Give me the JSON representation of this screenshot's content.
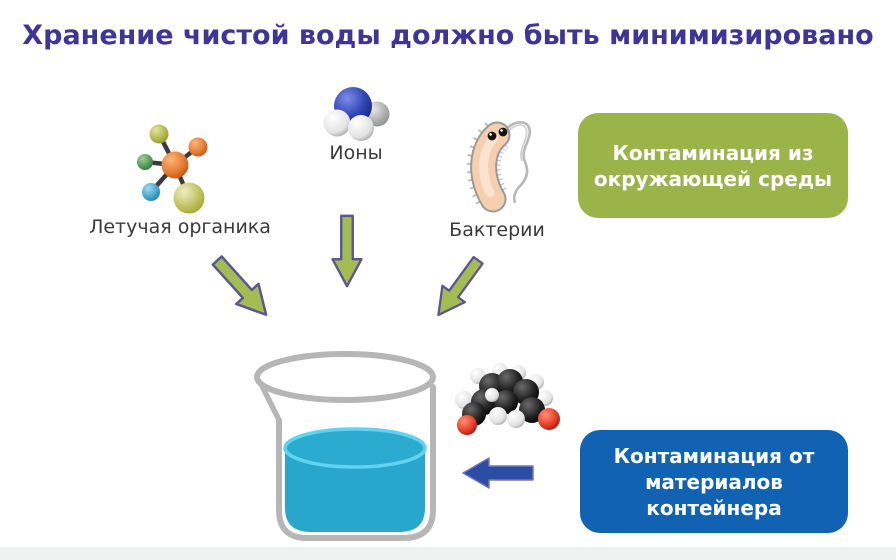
{
  "slide": {
    "title": "Хранение чистой воды должно быть минимизировано",
    "contaminant_sources": [
      {
        "label": "Летучая органика",
        "icon": "voc-molecule"
      },
      {
        "label": "Ионы",
        "icon": "ion-molecule"
      },
      {
        "label": "Бактерии",
        "icon": "bacteria"
      }
    ],
    "callout_environment": {
      "text": "Контаминация из окружающей среды"
    },
    "callout_container": {
      "text": "Контаминация от материалов контейнера"
    },
    "beaker": {
      "content": "чистая вода"
    },
    "colors": {
      "title_text": "#3e3596",
      "green_box": "#9bb44a",
      "blue_box": "#1162b3",
      "green_arrow_fill": "#a4bd52",
      "green_arrow_stroke": "#5b5794",
      "blue_arrow_fill": "#2a4da6",
      "water_fill": "#28a6cc",
      "water_rim": "#5ed4f2",
      "beaker_outline": "#b6b6b6",
      "bottom_strip": "#eff1f1"
    }
  }
}
